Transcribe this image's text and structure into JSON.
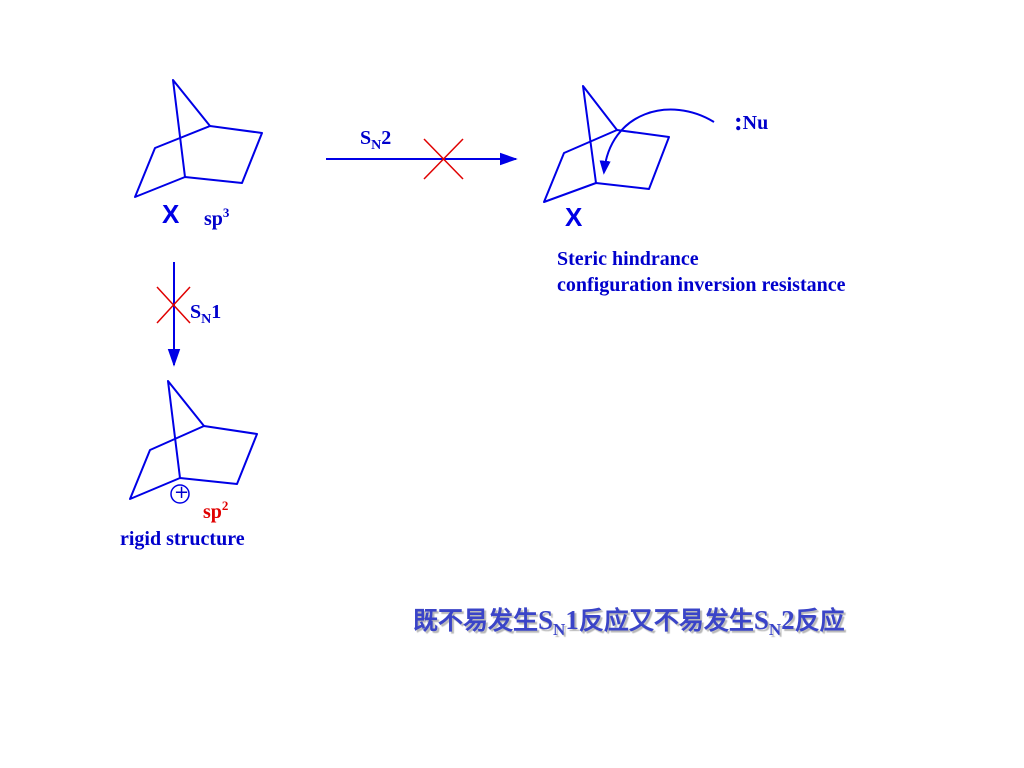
{
  "colors": {
    "structure": "#0000e6",
    "text": "#0000cc",
    "cross": "#e00000",
    "highlight": "#e00000",
    "conclusion": "#3a44c8"
  },
  "molecule_top_left": {
    "atom": "X",
    "hybrid_base": "sp",
    "hybrid_sup": "3"
  },
  "arrow_sn2": {
    "label_base": "S",
    "label_sub": "N",
    "label_tail": "2",
    "blocked": true
  },
  "arrow_sn1": {
    "label_base": "S",
    "label_sub": "N",
    "label_tail": "1",
    "blocked": true
  },
  "molecule_top_right": {
    "atom": "X",
    "nucleophile": "Nu",
    "nucleophile_dots": ":",
    "caption_line1": "Steric hindrance",
    "caption_line2": "configuration inversion resistance"
  },
  "carbocation": {
    "charge_symbol": "+",
    "hybrid_base": "sp",
    "hybrid_sup": "2",
    "caption": "rigid structure"
  },
  "conclusion": {
    "part1": "既不易发生",
    "s1": "S",
    "sub1": "N",
    "num1": "1",
    "part2": "反应又不易发生",
    "s2": "S",
    "sub2": "N",
    "num2": "2",
    "part3": "反应"
  }
}
